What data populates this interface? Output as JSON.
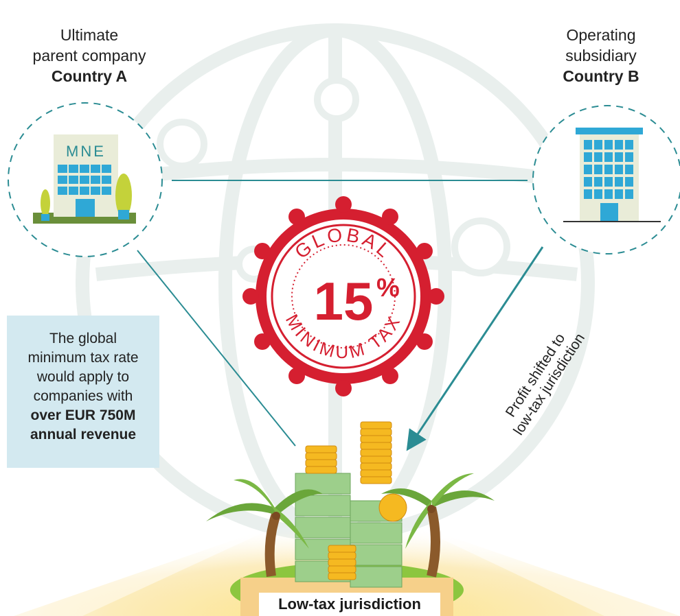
{
  "parent": {
    "line1": "Ultimate",
    "line2": "parent company",
    "country": "Country A",
    "building_sign": "MNE"
  },
  "subsidiary": {
    "line1": "Operating",
    "line2": "subsidiary",
    "country": "Country B"
  },
  "stamp": {
    "top_text": "GLOBAL",
    "rate": "15",
    "percent": "%",
    "bottom_text": "MINIMUM TAX"
  },
  "info_box": {
    "line1": "The global",
    "line2": "minimum tax rate",
    "line3": "would apply to",
    "line4": "companies with",
    "bold1": "over EUR 750M",
    "bold2": "annual revenue"
  },
  "arrow_label": {
    "line1": "Profit shifted to",
    "line2": "low-tax jurisdiction"
  },
  "bottom": {
    "label": "Low-tax jurisdiction"
  },
  "colors": {
    "teal": "#2b8c93",
    "stamp_red": "#d51f30",
    "info_bg": "#d3e9f0",
    "building_blue": "#2fa8d6",
    "gold": "#f5b921"
  }
}
